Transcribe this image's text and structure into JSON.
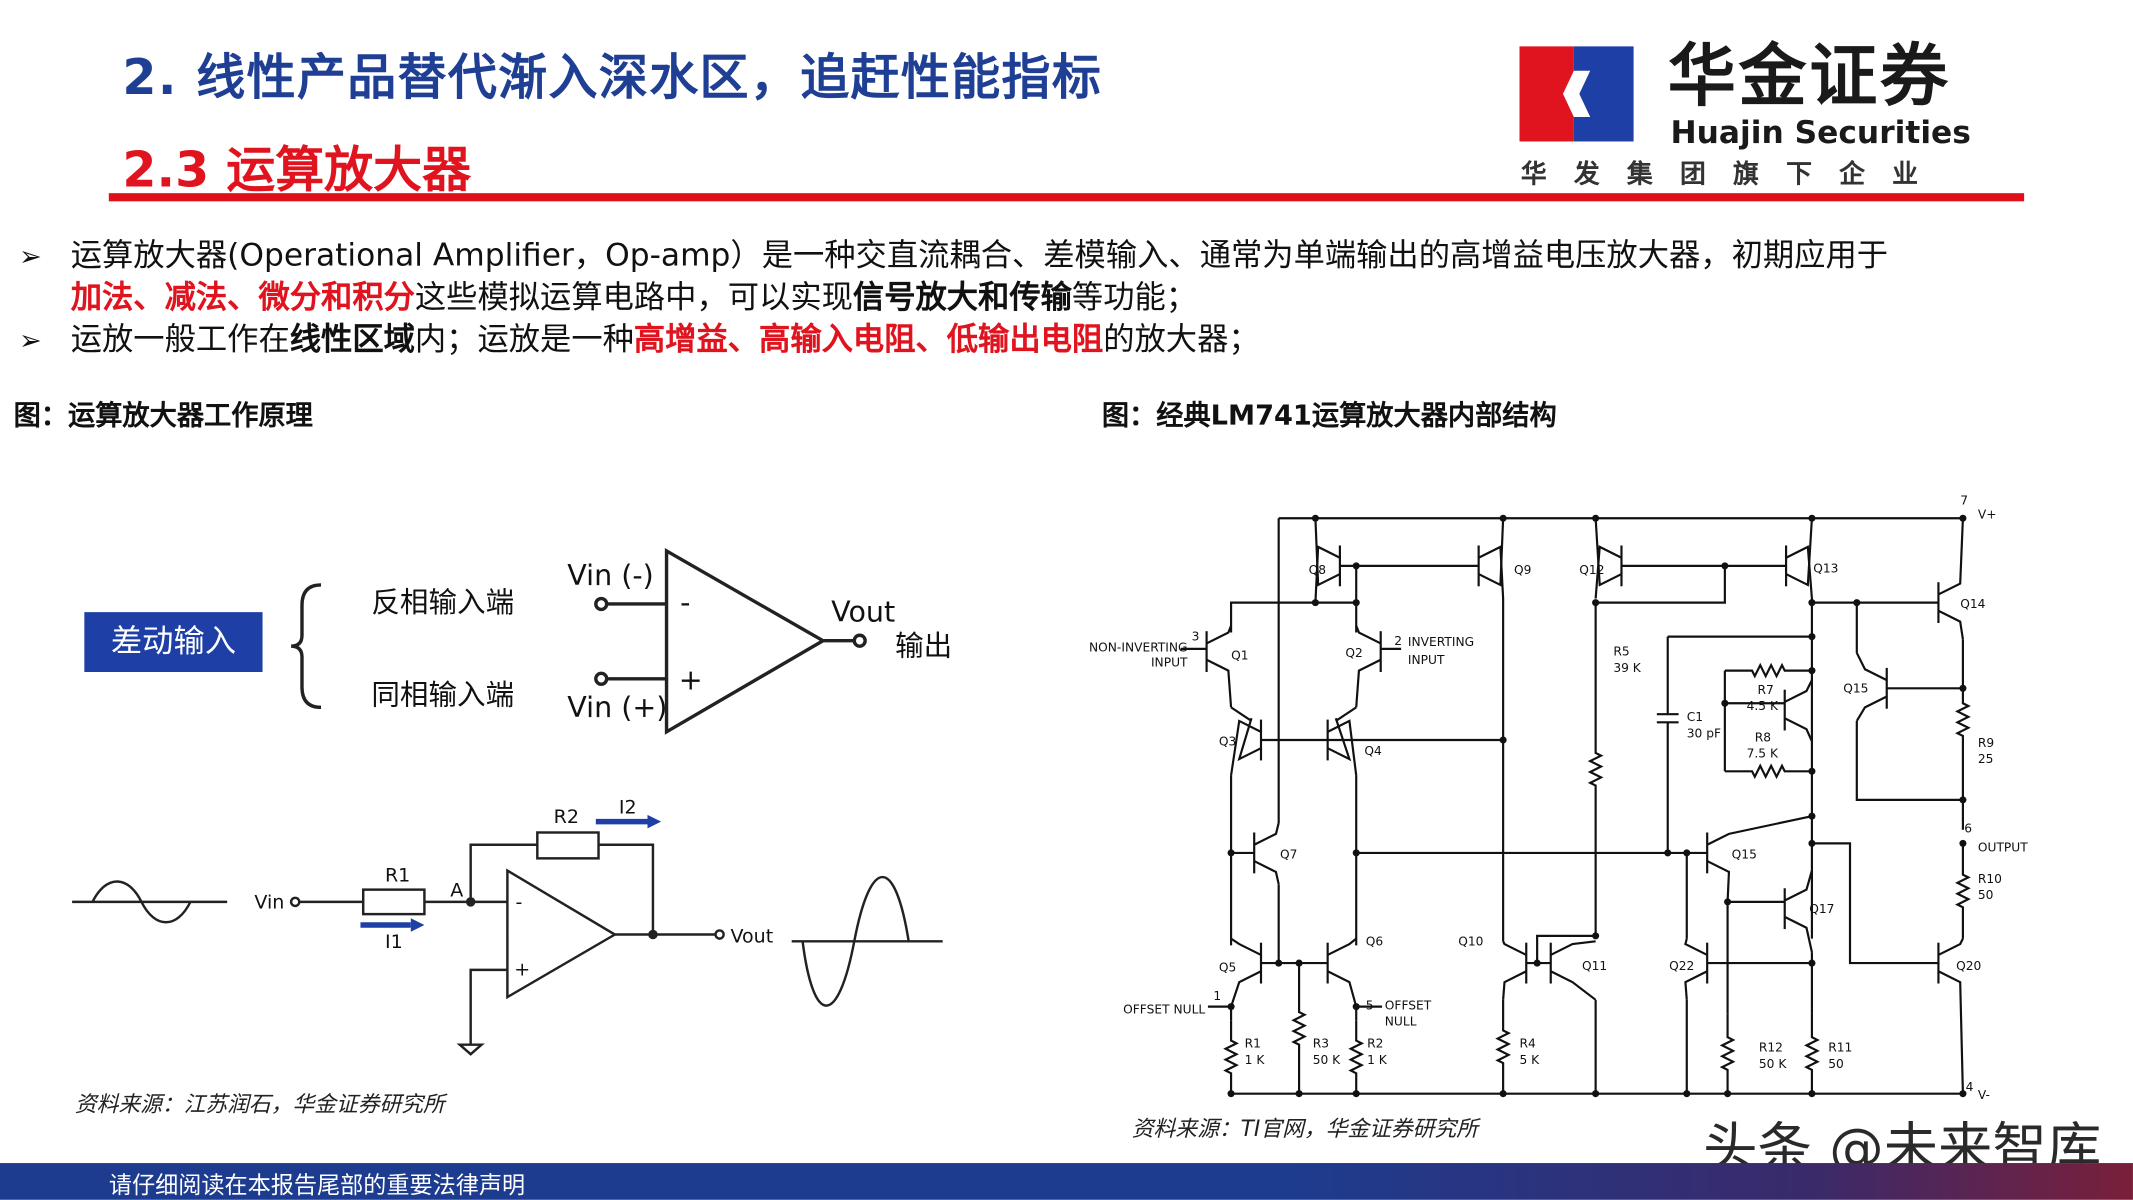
{
  "header": {
    "title": "2. 线性产品替代渐入深水区，追赶性能指标",
    "subtitle": "2.3 运算放大器",
    "logo": {
      "name_cn": "华金证券",
      "name_en": "Huajin Securities",
      "tagline": "华发集团旗下企业"
    },
    "colors": {
      "title_blue": "#1f3f94",
      "accent_red": "#e0141e"
    }
  },
  "bullets": [
    {
      "segments": [
        {
          "text": "运算放大器(Operational Amplifier，Op-amp）是一种交直流耦合、差模输入、通常为单端输出的高增益电压放大器，初期应用于",
          "style": "normal"
        }
      ],
      "line2": [
        {
          "text": "加法、减法、微分和积分",
          "style": "red"
        },
        {
          "text": "这些模拟运算电路中，可以实现",
          "style": "normal"
        },
        {
          "text": "信号放大和传输",
          "style": "bold"
        },
        {
          "text": "等功能；",
          "style": "normal"
        }
      ]
    },
    {
      "segments": [
        {
          "text": "运放一般工作在",
          "style": "normal"
        },
        {
          "text": "线性区域",
          "style": "bold"
        },
        {
          "text": "内；运放是一种",
          "style": "normal"
        },
        {
          "text": "高增益、高输入电阻、低输出电阻",
          "style": "red"
        },
        {
          "text": "的放大器；",
          "style": "normal"
        }
      ]
    }
  ],
  "left_figure": {
    "caption": "图：运算放大器工作原理",
    "diff_input": "差动输入",
    "inverting": "反相输入端",
    "noninverting": "同相输入端",
    "vin_minus": "Vin (-)",
    "vin_plus": "Vin (+)",
    "minus": "-",
    "plus": "+",
    "vout": "Vout",
    "output": "输出",
    "circuit": {
      "vin": "Vin",
      "r1": "R1",
      "r2": "R2",
      "i1": "I1",
      "i2": "I2",
      "node_a": "A",
      "vout": "Vout",
      "minus": "-",
      "plus": "+"
    },
    "source": "资料来源：江苏润石，华金证券研究所"
  },
  "right_figure": {
    "caption": "图：经典LM741运算放大器内部结构",
    "source": "资料来源：TI官网，华金证券研究所",
    "labels": {
      "q1": "Q1",
      "q2": "Q2",
      "q3": "Q3",
      "q4": "Q4",
      "q5": "Q5",
      "q6": "Q6",
      "q7": "Q7",
      "q8": "Q8",
      "q9": "Q9",
      "q10": "Q10",
      "q11": "Q11",
      "q12": "Q12",
      "q13": "Q13",
      "q14": "Q14",
      "q15a": "Q15",
      "q15b": "Q15",
      "q17": "Q17",
      "q20": "Q20",
      "q22": "Q22",
      "pin3": "3",
      "noninv1": "NON-INVERTING",
      "noninv2": "INPUT",
      "pin2": "2",
      "inv1": "INVERTING",
      "inv2": "INPUT",
      "pin1": "1",
      "offset_null": "OFFSET NULL",
      "pin5": "5",
      "offset2a": "OFFSET",
      "offset2b": "NULL",
      "pin7": "7",
      "vplus": "V+",
      "pin4": "4",
      "vminus": "V-",
      "pin6": "6",
      "output": "OUTPUT",
      "r1": "R1",
      "r1v": "1 K",
      "r2": "R2",
      "r2v": "1 K",
      "r3": "R3",
      "r3v": "50 K",
      "r4": "R4",
      "r4v": "5 K",
      "r5": "R5",
      "r5v": "39 K",
      "r7": "R7",
      "r7v": "4.5 K",
      "r8": "R8",
      "r8v": "7.5 K",
      "r9": "R9",
      "r9v": "25",
      "r10": "R10",
      "r10v": "50",
      "r11": "R11",
      "r11v": "50",
      "r12": "R12",
      "r12v": "50 K",
      "c1": "C1",
      "c1v": "30 pF"
    }
  },
  "watermark": "头条 @未来智库",
  "footer": "请仔细阅读在本报告尾部的重要法律声明"
}
